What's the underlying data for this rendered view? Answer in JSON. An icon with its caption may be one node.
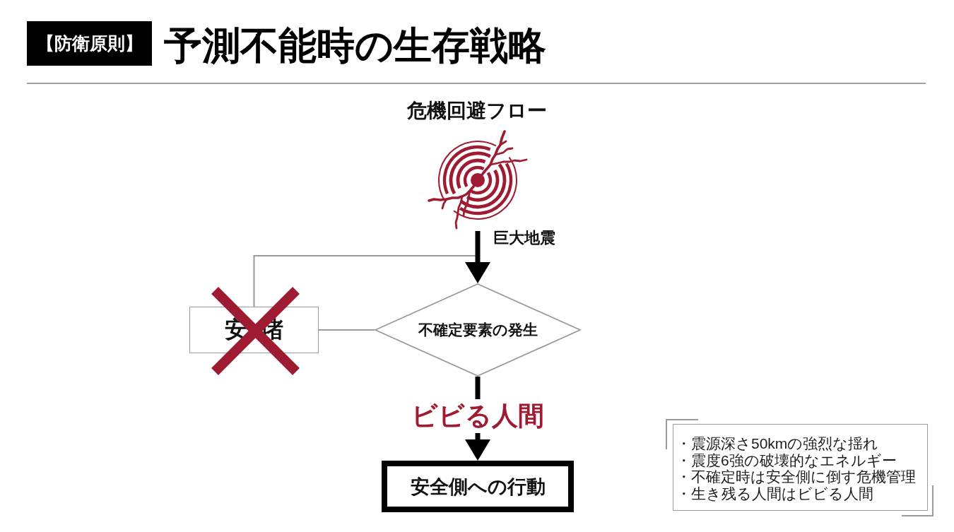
{
  "diagram": {
    "title": "予測不能時の生存戦略",
    "nodes": [
      {
        "text": [
          "【防衛原則】"
        ]
      },
      {
        "text": [],
        "shape": "picture"
      },
      {
        "text": [
          "不確定要素の発生"
        ]
      },
      {
        "text": [
          "安堵"
        ]
      },
      {
        "text": [
          "安全側への行動"
        ]
      },
      {
        "text": [
          "・震源深さ50kmの強烈な揺れ",
          "・震度6強の破壊的なエネルギー",
          "・不確定時は安全側に倒す危機管理",
          "・生き残る人間はビビる人間"
        ]
      }
    ],
    "edges": [
      {
        "from": 1,
        "to": 2,
        "arrow": "to",
        "label": "巨大地震",
        "style": "thick"
      },
      {
        "from": 2,
        "to": 3,
        "arrow": "none",
        "color": "#9a9a9a"
      },
      {
        "from": 3,
        "to": 2,
        "arrow": "to",
        "color": "#9a9a9a"
      },
      {
        "from": 2,
        "to": 4,
        "arrow": "to",
        "label": "ビビる人間",
        "style": "thick"
      }
    ],
    "labels": [
      "危機回避フロー"
    ]
  }
}
